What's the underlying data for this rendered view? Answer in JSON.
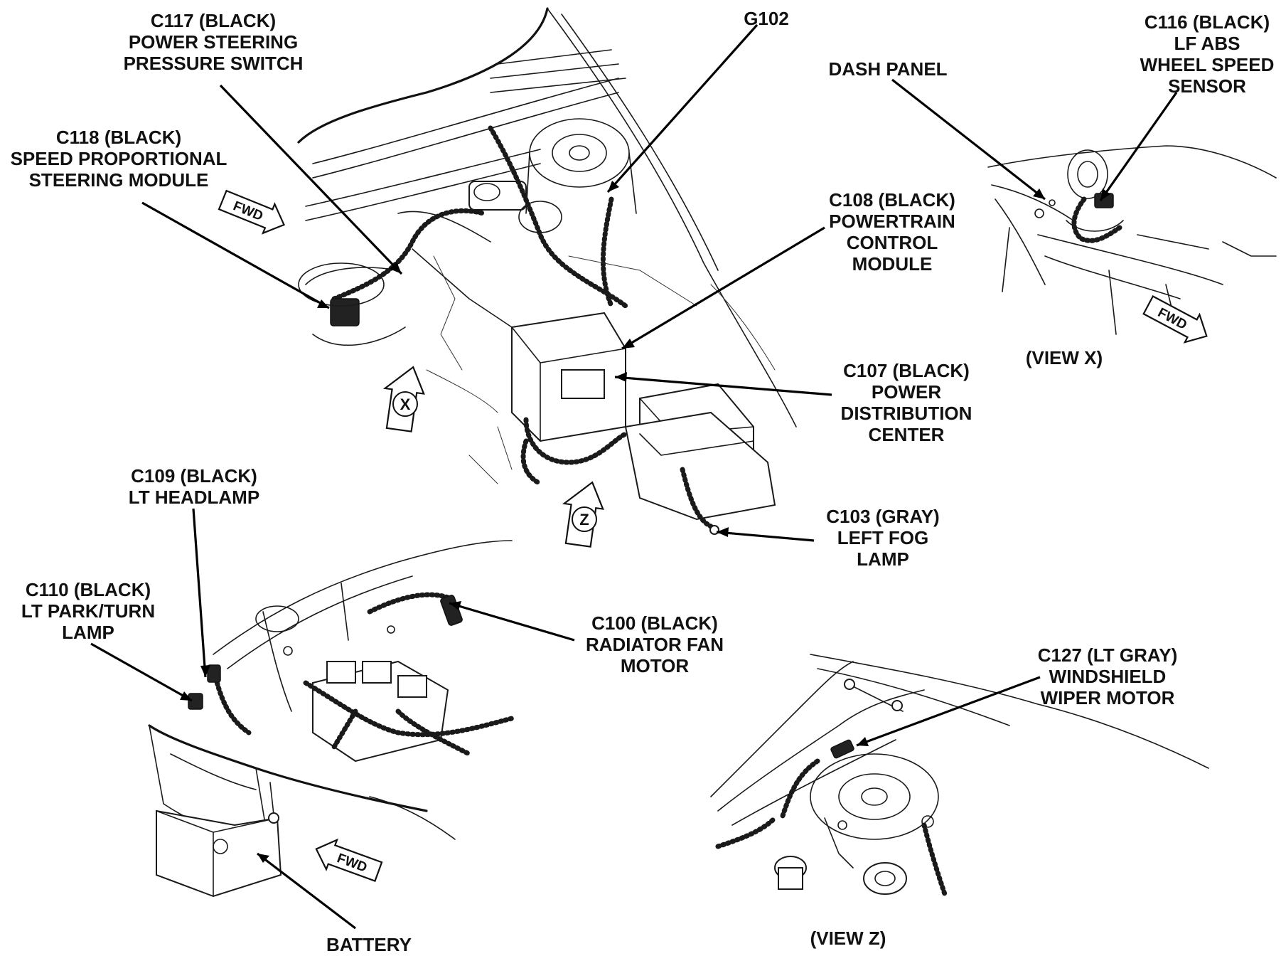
{
  "callouts": {
    "c117": [
      "C117 (BLACK)",
      "POWER STEERING",
      "PRESSURE SWITCH"
    ],
    "g102": [
      "G102"
    ],
    "c116": [
      "C116 (BLACK)",
      "LF ABS",
      "WHEEL SPEED",
      "SENSOR"
    ],
    "dash_panel": [
      "DASH PANEL"
    ],
    "c118": [
      "C118 (BLACK)",
      "SPEED PROPORTIONAL",
      "STEERING MODULE"
    ],
    "c108": [
      "C108 (BLACK)",
      "POWERTRAIN",
      "CONTROL",
      "MODULE"
    ],
    "c107": [
      "C107 (BLACK)",
      "POWER",
      "DISTRIBUTION",
      "CENTER"
    ],
    "c109": [
      "C109 (BLACK)",
      "LT HEADLAMP"
    ],
    "c103": [
      "C103 (GRAY)",
      "LEFT FOG",
      "LAMP"
    ],
    "c110": [
      "C110 (BLACK)",
      "LT PARK/TURN",
      "LAMP"
    ],
    "c100": [
      "C100 (BLACK)",
      "RADIATOR FAN",
      "MOTOR"
    ],
    "c127": [
      "C127 (LT GRAY)",
      "WINDSHIELD",
      "WIPER MOTOR"
    ],
    "battery": [
      "BATTERY"
    ]
  },
  "views": {
    "view_x_caption": "(VIEW X)",
    "view_z_caption": "(VIEW Z)",
    "view_x_marker": "X",
    "view_z_marker": "Z"
  },
  "direction_markers": {
    "fwd_main": "FWD",
    "fwd_view_x": "FWD",
    "fwd_lower": "FWD"
  },
  "colors": {
    "ink": "#111111",
    "background": "#ffffff"
  }
}
